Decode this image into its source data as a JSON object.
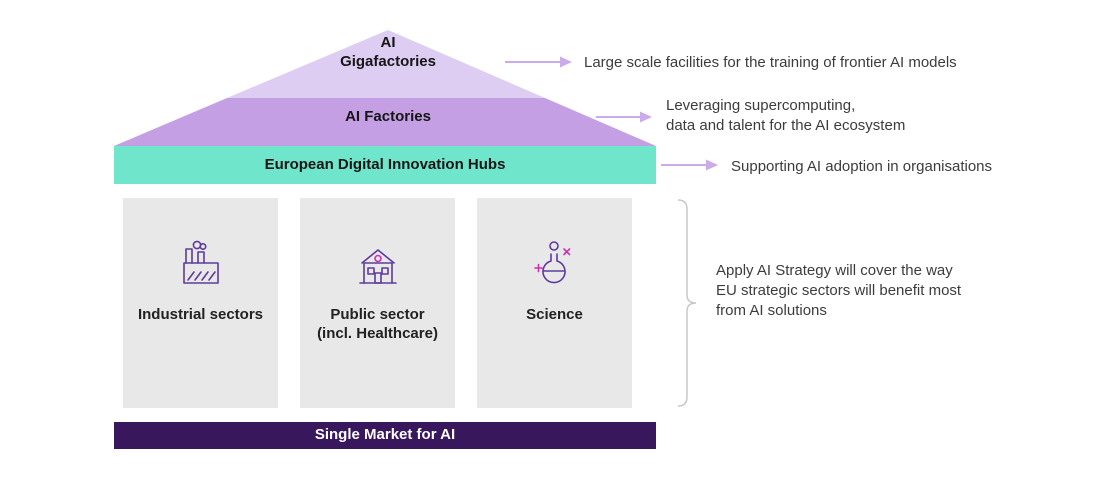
{
  "pyramid": {
    "levels": [
      {
        "name": "ai-gigafactories",
        "label": "AI\nGigafactories",
        "fill": "#decdf2",
        "annotation": "Large scale facilities for the training of frontier AI models"
      },
      {
        "name": "ai-factories",
        "label": "AI Factories",
        "fill": "#c49fe4",
        "annotation": "Leveraging supercomputing,\ndata and talent for the AI ecosystem"
      },
      {
        "name": "european-digital-innovation-hubs",
        "label": "European Digital Innovation Hubs",
        "fill": "#6fe5cb",
        "annotation": "Supporting AI adoption in organisations"
      }
    ]
  },
  "sectors": {
    "items": [
      {
        "label": "Industrial sectors",
        "icon": "factory-icon"
      },
      {
        "label": "Public sector\n(incl. Healthcare)",
        "icon": "public-building-icon"
      },
      {
        "label": "Science",
        "icon": "science-flask-icon"
      }
    ],
    "annotation": "Apply AI Strategy will cover the way\nEU strategic sectors will benefit most\nfrom AI solutions"
  },
  "footer": {
    "label": "Single Market for AI",
    "fill": "#39175c"
  },
  "colors": {
    "arrow": "#c9ace9",
    "bracket": "#c8c8c8",
    "icon_stroke": "#5f3a9e",
    "icon_accent": "#cf2fb3",
    "sector_box_bg": "#e8e8e8"
  }
}
